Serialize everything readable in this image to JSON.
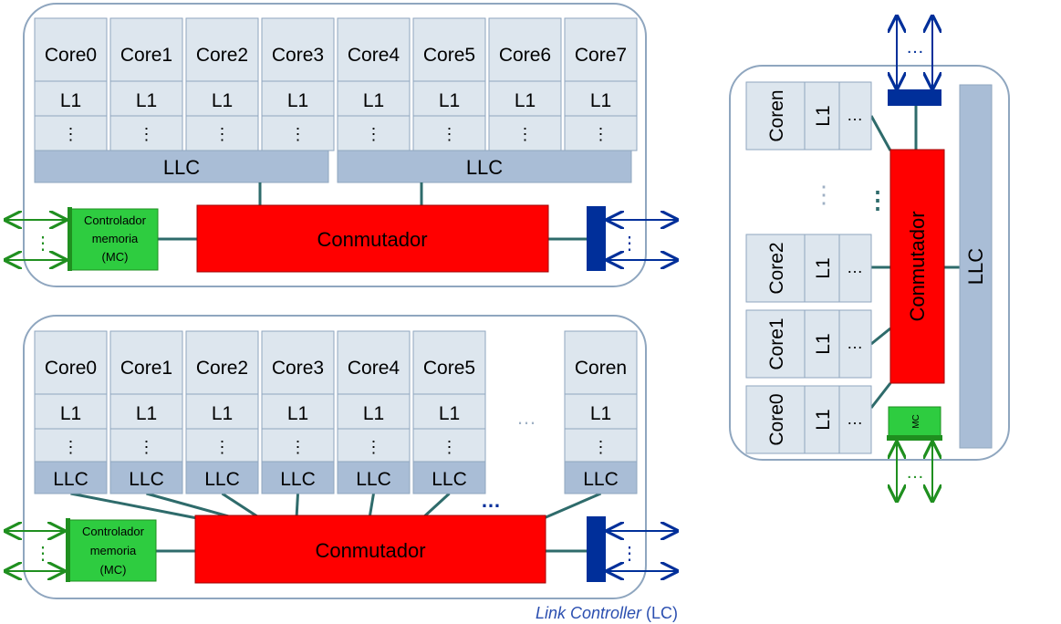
{
  "top": {
    "cores": [
      "Core0",
      "Core1",
      "Core2",
      "Core3",
      "Core4",
      "Core5",
      "Core6",
      "Core7"
    ],
    "l1": "L1",
    "vdots": "⋮",
    "llc_left": "LLC",
    "llc_right": "LLC",
    "mc": [
      "Controlador",
      "memoria",
      "(MC)"
    ],
    "switch": "Conmutador"
  },
  "bottom": {
    "cores": [
      "Core0",
      "Core1",
      "Core2",
      "Core3",
      "Core4",
      "Core5",
      "Coren"
    ],
    "l1": "L1",
    "vdots": "⋮",
    "llc": "LLC",
    "ellipsis": "…",
    "bottom_ellipsis": "…",
    "mc": [
      "Controlador",
      "memoria",
      "(MC)"
    ],
    "switch": "Conmutador",
    "lc_italic": "Link Controller",
    "lc_abbr": " (LC)"
  },
  "right": {
    "cores": [
      "Coren",
      "Core2",
      "Core1",
      "Core0"
    ],
    "l1": "L1",
    "dots": "…",
    "vdots": "⋮",
    "switch": "Conmutador",
    "llc": "LLC",
    "mc": "MC",
    "top_dots": "…",
    "bottom_dots": "…"
  },
  "colors": {
    "core_fill": "#dde6ee",
    "llc_fill": "#a9bdd6",
    "switch_fill": "#ff0000",
    "mc_fill": "#2ecc40",
    "lc_fill": "#002f9a",
    "link_line": "#2e6b6b",
    "blue_arrow": "#002f9a",
    "green_arrow": "#1f8f1f",
    "lc_label": "#2b4fb0"
  }
}
